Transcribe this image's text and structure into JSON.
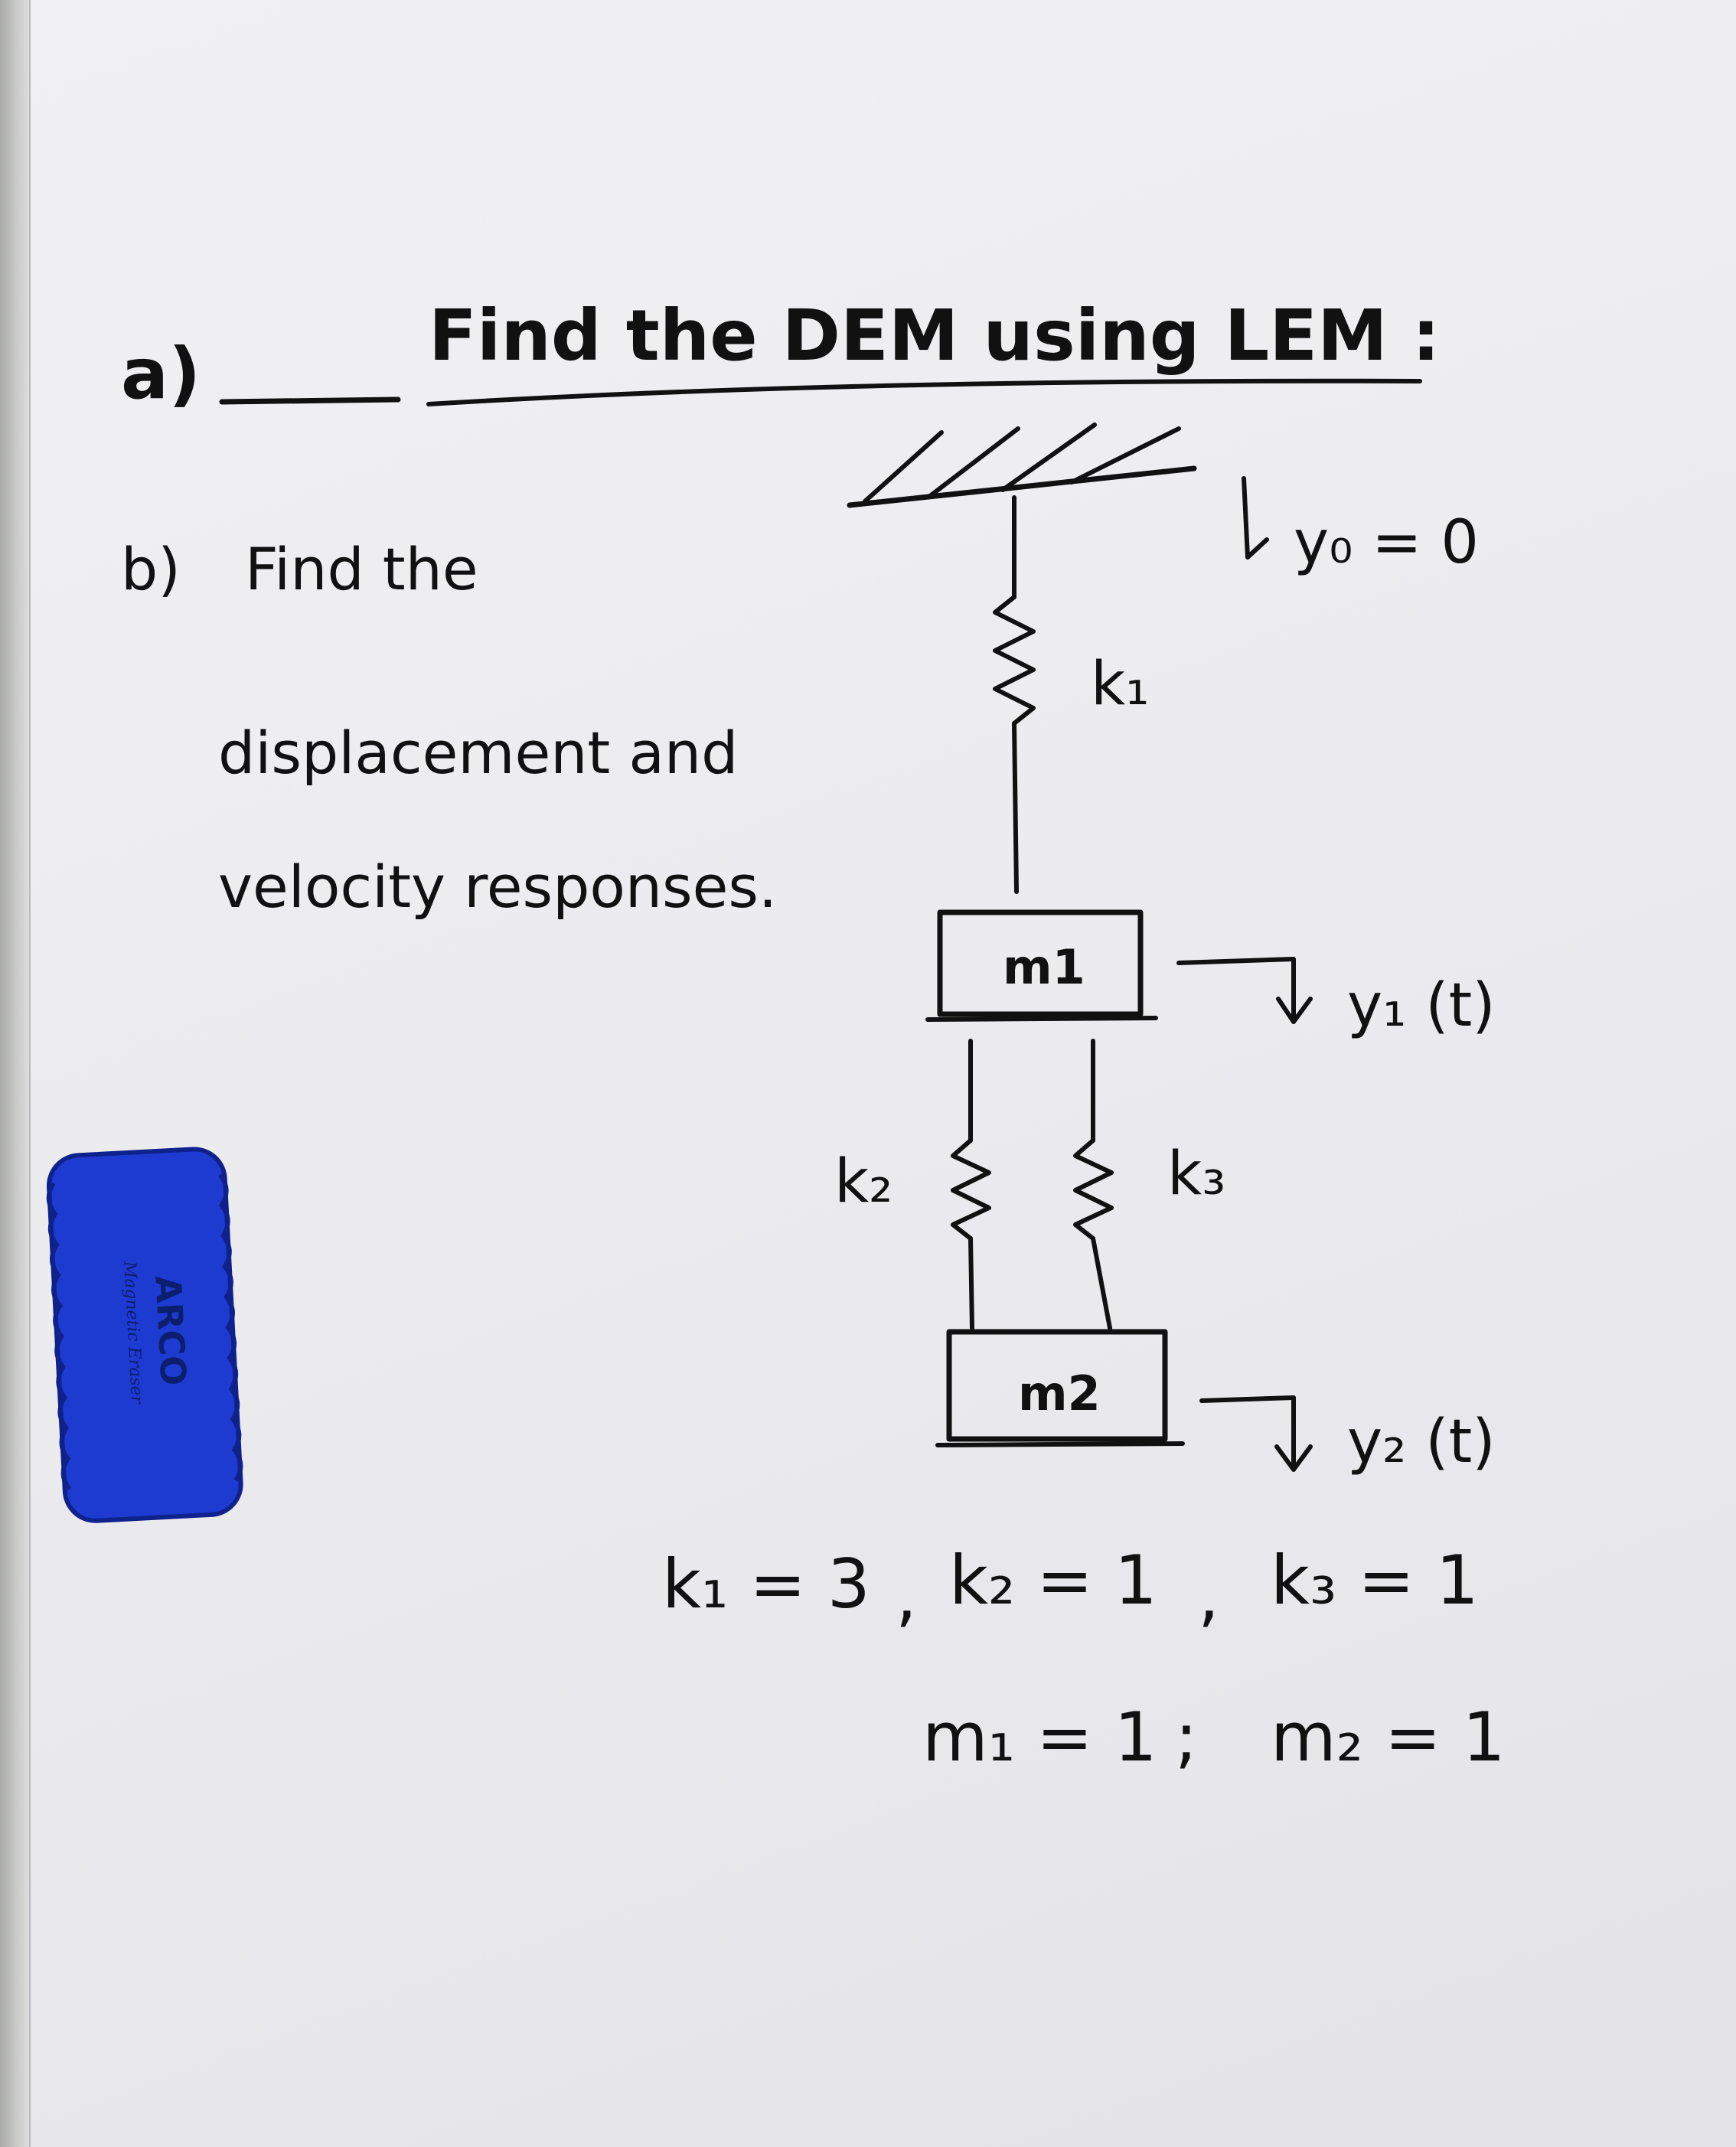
{
  "part_a": {
    "label": "a)",
    "text": "Find the DEM using LEM :"
  },
  "part_b": {
    "label": "b)",
    "line1": "Find the",
    "line2": "displacement and",
    "line3": "velocity responses."
  },
  "diagram": {
    "ground_ref": "y₀ = 0",
    "spring_1": "k₁",
    "spring_2": "k₂",
    "spring_3": "k₃",
    "mass_1": "m1",
    "mass_2": "m2",
    "disp_1": "y₁ (t)",
    "disp_2": "y₂ (t)"
  },
  "given": {
    "k1": "k₁ = 3",
    "k2": "k₂ = 1",
    "k3": "k₃ = 1",
    "m1": "m₁ = 1",
    "m2": "m₂ = 1"
  },
  "eraser": {
    "brand": "ARCO",
    "subtitle": "Magnetic Eraser",
    "color": "#1d3bd1"
  },
  "colors": {
    "ink": "#111111",
    "board": "#ececef",
    "frame": "#b9bab9"
  }
}
